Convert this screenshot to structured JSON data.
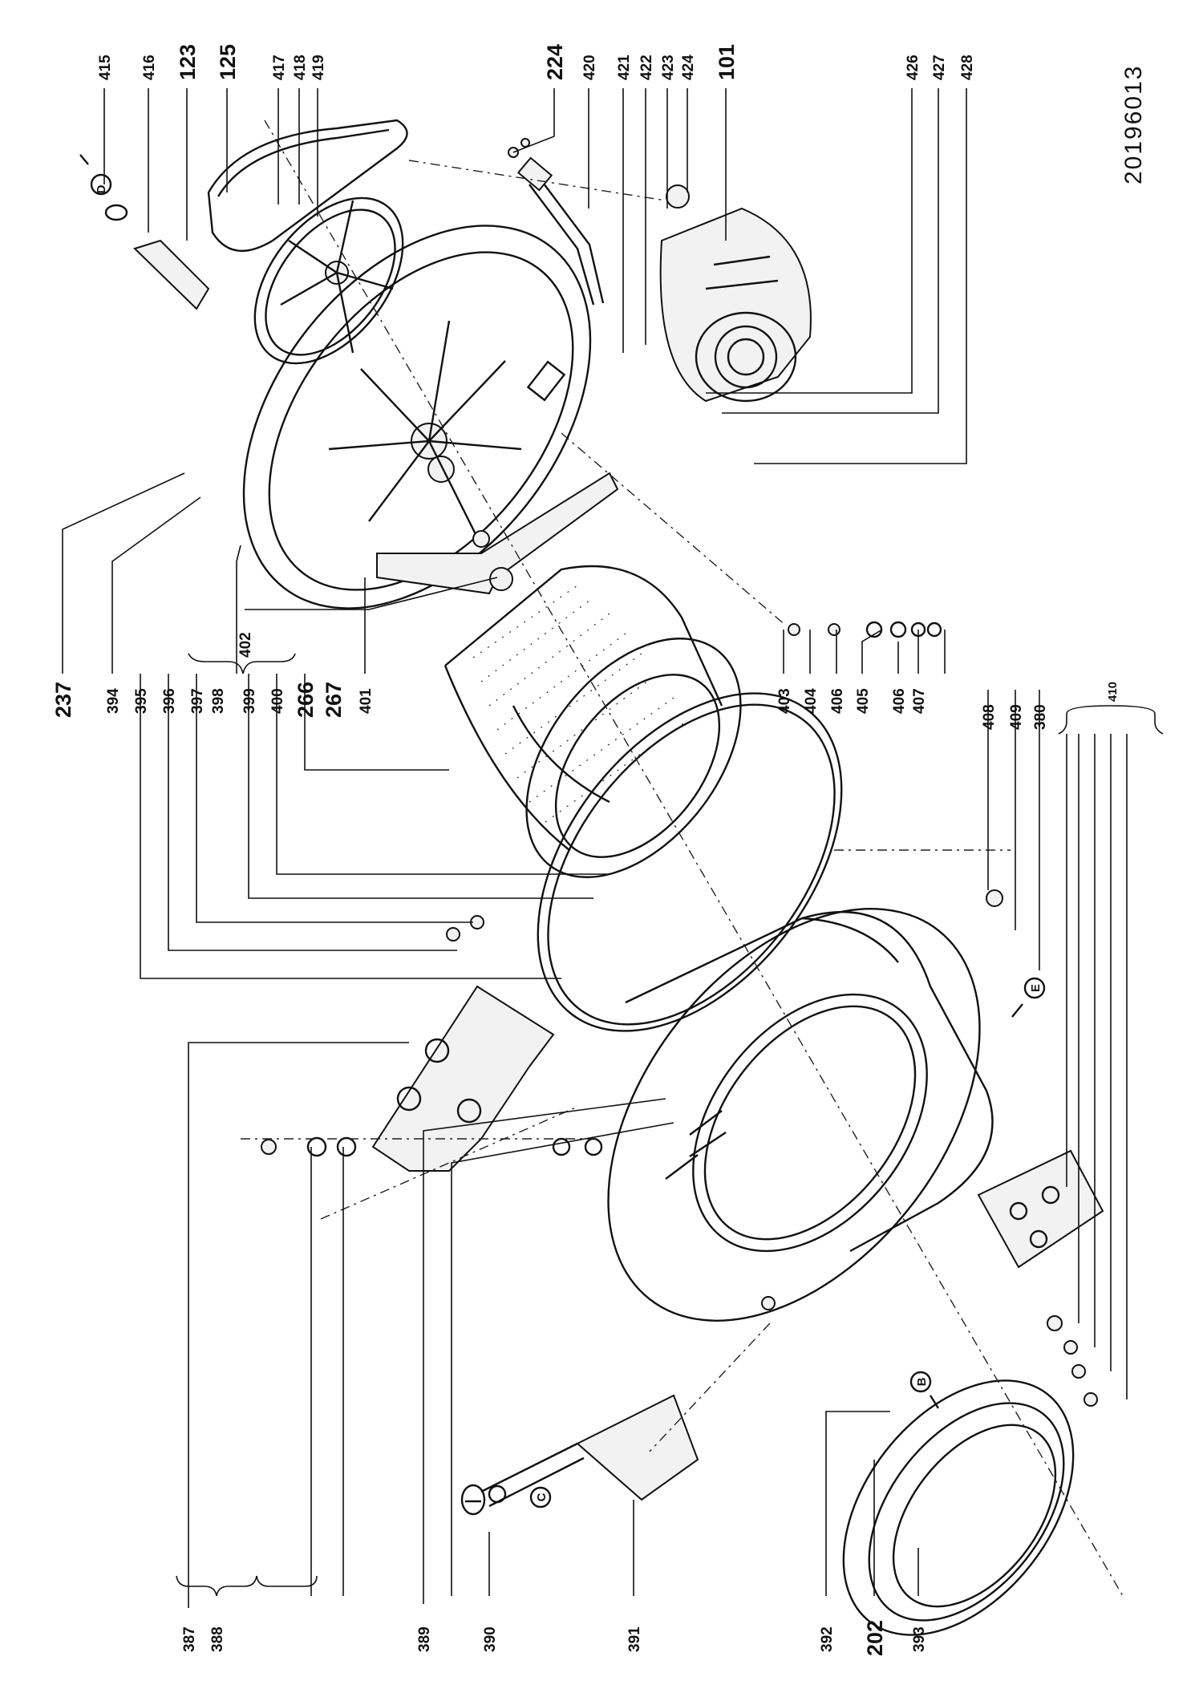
{
  "document_number": "20196013",
  "colors": {
    "ink": "#111111",
    "paper": "#ffffff"
  },
  "callouts": [
    {
      "id": "c415",
      "text": "415"
    },
    {
      "id": "c416",
      "text": "416"
    },
    {
      "id": "c123",
      "text": "123"
    },
    {
      "id": "c125",
      "text": "125"
    },
    {
      "id": "c417",
      "text": "417"
    },
    {
      "id": "c418",
      "text": "418"
    },
    {
      "id": "c419",
      "text": "419"
    },
    {
      "id": "c224",
      "text": "224"
    },
    {
      "id": "c420",
      "text": "420"
    },
    {
      "id": "c421",
      "text": "421"
    },
    {
      "id": "c422",
      "text": "422"
    },
    {
      "id": "c423",
      "text": "423"
    },
    {
      "id": "c424",
      "text": "424"
    },
    {
      "id": "c101",
      "text": "101"
    },
    {
      "id": "c426",
      "text": "426"
    },
    {
      "id": "c427",
      "text": "427"
    },
    {
      "id": "c428",
      "text": "428"
    },
    {
      "id": "c237",
      "text": "237"
    },
    {
      "id": "c394",
      "text": "394"
    },
    {
      "id": "c395",
      "text": "395"
    },
    {
      "id": "c396",
      "text": "396"
    },
    {
      "id": "c397",
      "text": "397"
    },
    {
      "id": "c398",
      "text": "398"
    },
    {
      "id": "c399",
      "text": "399"
    },
    {
      "id": "c400",
      "text": "400"
    },
    {
      "id": "c266",
      "text": "266"
    },
    {
      "id": "c267",
      "text": "267"
    },
    {
      "id": "c401",
      "text": "401"
    },
    {
      "id": "c402",
      "text": "402"
    },
    {
      "id": "c403",
      "text": "403"
    },
    {
      "id": "c404",
      "text": "404"
    },
    {
      "id": "c406a",
      "text": "406"
    },
    {
      "id": "c405",
      "text": "405"
    },
    {
      "id": "c406b",
      "text": "406"
    },
    {
      "id": "c407",
      "text": "407"
    },
    {
      "id": "c408",
      "text": "408"
    },
    {
      "id": "c409",
      "text": "409"
    },
    {
      "id": "c380",
      "text": "380"
    },
    {
      "id": "c410",
      "text": "410"
    },
    {
      "id": "c387",
      "text": "387"
    },
    {
      "id": "c388",
      "text": "388"
    },
    {
      "id": "c389",
      "text": "389"
    },
    {
      "id": "c390",
      "text": "390"
    },
    {
      "id": "c391",
      "text": "391"
    },
    {
      "id": "c392",
      "text": "392"
    },
    {
      "id": "c202",
      "text": "202"
    },
    {
      "id": "c393",
      "text": "393"
    }
  ],
  "reference_markers": [
    {
      "id": "mD",
      "text": "D"
    },
    {
      "id": "mE",
      "text": "E"
    },
    {
      "id": "mB",
      "text": "B"
    },
    {
      "id": "mC",
      "text": "C"
    }
  ]
}
